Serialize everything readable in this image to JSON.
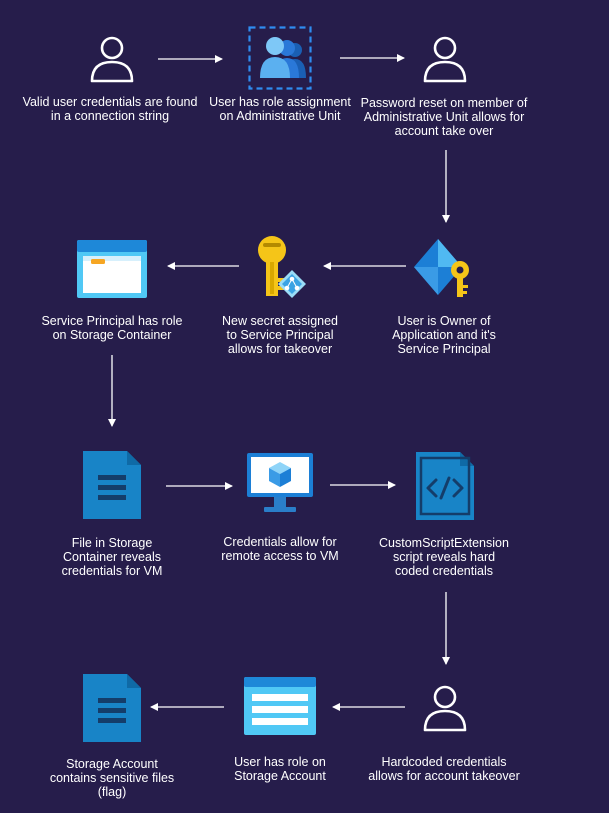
{
  "colors": {
    "background": "#261d4b",
    "text": "#ffffff",
    "arrow": "#ffffff",
    "azure_blue": "#1e88d8",
    "azure_light": "#50c8f5",
    "key_yellow": "#f5c518"
  },
  "nodes": [
    {
      "id": "user-1",
      "icon": "user-outline-icon",
      "lines": [
        "Valid user credentials are found",
        "in a connection string"
      ]
    },
    {
      "id": "admin-unit",
      "icon": "administrative-unit-icon",
      "lines": [
        "User has role assignment",
        "on Administrative Unit"
      ]
    },
    {
      "id": "user-2",
      "icon": "user-outline-icon",
      "lines": [
        "Password reset on member of",
        "Administrative Unit allows for",
        "account take over"
      ]
    },
    {
      "id": "app-owner",
      "icon": "app-registration-key-icon",
      "lines": [
        "User is Owner of",
        "Application and it's",
        "Service Principal"
      ]
    },
    {
      "id": "new-secret",
      "icon": "key-secret-icon",
      "lines": [
        "New secret assigned",
        "to Service Principal",
        "allows for takeover"
      ]
    },
    {
      "id": "storage-container",
      "icon": "storage-container-icon",
      "lines": [
        "Service Principal has role",
        "on Storage Container"
      ]
    },
    {
      "id": "file-creds",
      "icon": "file-document-icon",
      "lines": [
        "File in Storage",
        "Container reveals",
        "credentials for VM"
      ]
    },
    {
      "id": "vm-access",
      "icon": "virtual-machine-icon",
      "lines": [
        "Credentials allow for",
        "remote access to VM"
      ]
    },
    {
      "id": "custom-script",
      "icon": "code-script-icon",
      "lines": [
        "CustomScriptExtension",
        "script reveals hard",
        "coded credentials"
      ]
    },
    {
      "id": "user-3",
      "icon": "user-outline-icon",
      "lines": [
        "Hardcoded credentials",
        "allows for account takeover"
      ]
    },
    {
      "id": "storage-role",
      "icon": "storage-account-icon",
      "lines": [
        "User has role on",
        "Storage Account"
      ]
    },
    {
      "id": "sensitive-files",
      "icon": "file-document-icon",
      "lines": [
        "Storage Account",
        "contains sensitive files",
        "(flag)"
      ]
    }
  ],
  "edges": [
    {
      "from": "user-1",
      "to": "admin-unit"
    },
    {
      "from": "admin-unit",
      "to": "user-2"
    },
    {
      "from": "user-2",
      "to": "app-owner"
    },
    {
      "from": "app-owner",
      "to": "new-secret"
    },
    {
      "from": "new-secret",
      "to": "storage-container"
    },
    {
      "from": "storage-container",
      "to": "file-creds"
    },
    {
      "from": "file-creds",
      "to": "vm-access"
    },
    {
      "from": "vm-access",
      "to": "custom-script"
    },
    {
      "from": "custom-script",
      "to": "user-3"
    },
    {
      "from": "user-3",
      "to": "storage-role"
    },
    {
      "from": "storage-role",
      "to": "sensitive-files"
    }
  ]
}
